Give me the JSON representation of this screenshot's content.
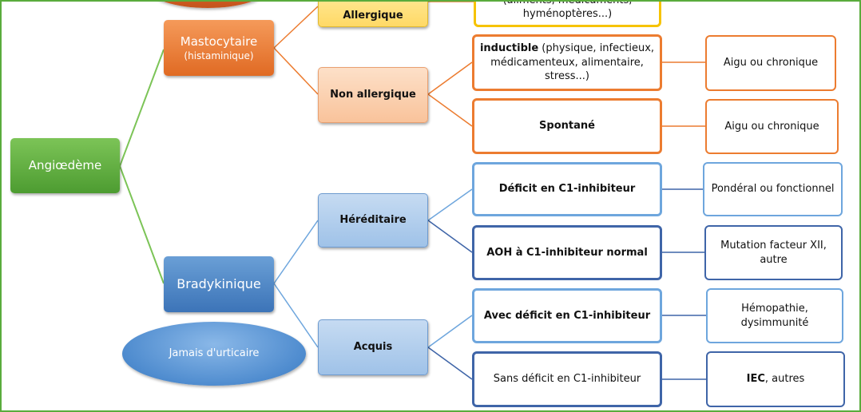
{
  "root": {
    "label": "Angiœdème"
  },
  "mastocytaire": {
    "label": "Mastocytaire",
    "sub": "(histaminique)"
  },
  "bradykinique": {
    "label": "Bradykinique"
  },
  "jamais": {
    "label": "Jamais d'urticaire"
  },
  "allergique": {
    "label": "Allergique"
  },
  "non_allergique": {
    "label": "Non allergique"
  },
  "hereditaire": {
    "label": "Héréditaire"
  },
  "acquis": {
    "label": "Acquis"
  },
  "allergique_detail": {
    "line1": "(aliments, médicaments,",
    "line2": "hyménoptères...)"
  },
  "inductible": {
    "bold": "inductible",
    "rest": " (physique, infectieux,",
    "line2": "médicamenteux, alimentaire,",
    "line3": "stress...)"
  },
  "spontane": {
    "label": "Spontané"
  },
  "deficit_c1": {
    "label": "Déficit en C1-inhibiteur"
  },
  "aoh_normal": {
    "label": "AOH à C1-inhibiteur normal"
  },
  "avec_deficit": {
    "label": "Avec déficit en C1-inhibiteur"
  },
  "sans_deficit": {
    "label": "Sans déficit en C1-inhibiteur"
  },
  "aigu1": {
    "label": "Aigu ou chronique"
  },
  "aigu2": {
    "label": "Aigu ou chronique"
  },
  "ponderal": {
    "label": "Pondéral ou fonctionnel"
  },
  "mutation": {
    "line1": "Mutation facteur XII,",
    "line2": "autre"
  },
  "hemopathie": {
    "line1": "Hémopathie,",
    "line2": "dysimmunité"
  },
  "iec": {
    "bold": "IEC",
    "rest": ", autres"
  },
  "colors": {
    "green": "#5aab3c",
    "orange": "#ec7c30",
    "light_blue": "#6ea6dd",
    "dark_blue": "#3f65a8",
    "yellow": "#f6c300"
  }
}
